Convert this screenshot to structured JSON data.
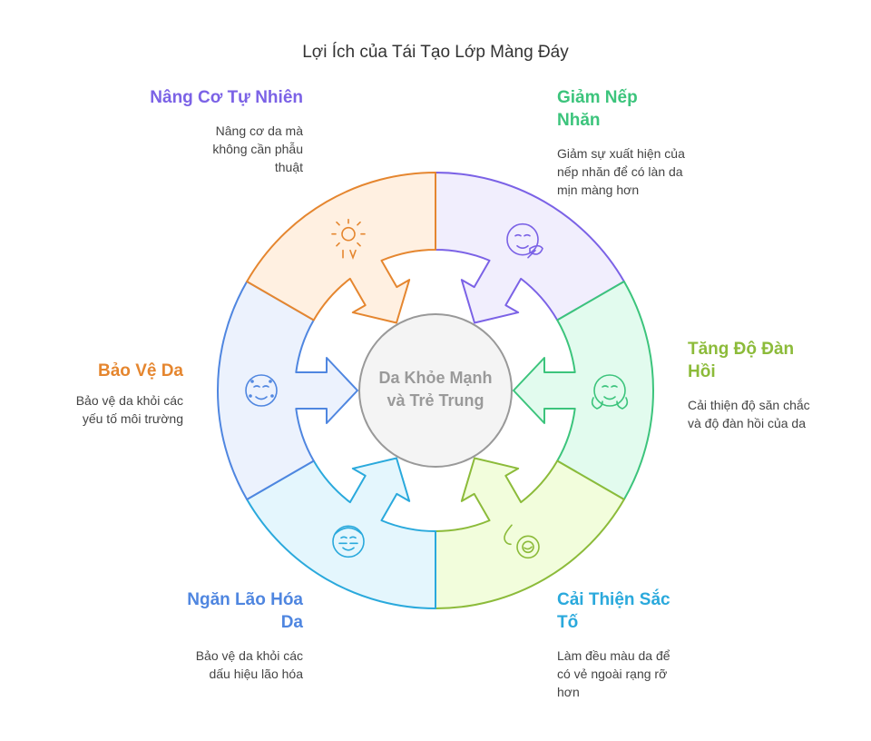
{
  "title": "Lợi Ích của Tái Tạo Lớp Màng Đáy",
  "center": {
    "line1": "Da Khỏe Mạnh",
    "line2": "và Trẻ Trung"
  },
  "segments": [
    {
      "id": "nang-co",
      "title": "Nâng Cơ Tự Nhiên",
      "desc": "Nâng cơ da mà không cần phẫu thuật",
      "color": "#7b62e6",
      "fill": "#f1eefd",
      "icon": "face-leaf-icon"
    },
    {
      "id": "giam-nep-nhan",
      "title": "Giảm Nếp Nhăn",
      "desc": "Giảm sự xuất hiện của nếp nhăn để có làn da mịn màng hơn",
      "color": "#3cc47c",
      "fill": "#e2fbee",
      "icon": "smiling-face-hands-icon"
    },
    {
      "id": "tang-do-dan-hoi",
      "title": "Tăng Độ Đàn Hồi",
      "desc": "Cải thiện độ săn chắc và độ đàn hồi của da",
      "color": "#8cbb3a",
      "fill": "#f2fddc",
      "icon": "droplet-cream-icon"
    },
    {
      "id": "cai-thien-sac-to",
      "title": "Cải Thiện Sắc Tố",
      "desc": "Làm đều màu da để có vẻ ngoài rạng rỡ hơn",
      "color": "#2aa9dc",
      "fill": "#e4f6fd",
      "icon": "face-mask-icon"
    },
    {
      "id": "ngan-lao-hoa",
      "title": "Ngăn Lão Hóa Da",
      "desc": "Bảo vệ da khỏi các dấu hiệu lão hóa",
      "color": "#4f86e0",
      "fill": "#ecf2fd",
      "icon": "face-dots-icon"
    },
    {
      "id": "bao-ve-da",
      "title": "Bảo Vệ Da",
      "desc": "Bảo vệ da khỏi các yếu tố môi trường",
      "color": "#e5862f",
      "fill": "#fff0e1",
      "icon": "sun-uv-icon"
    }
  ]
}
